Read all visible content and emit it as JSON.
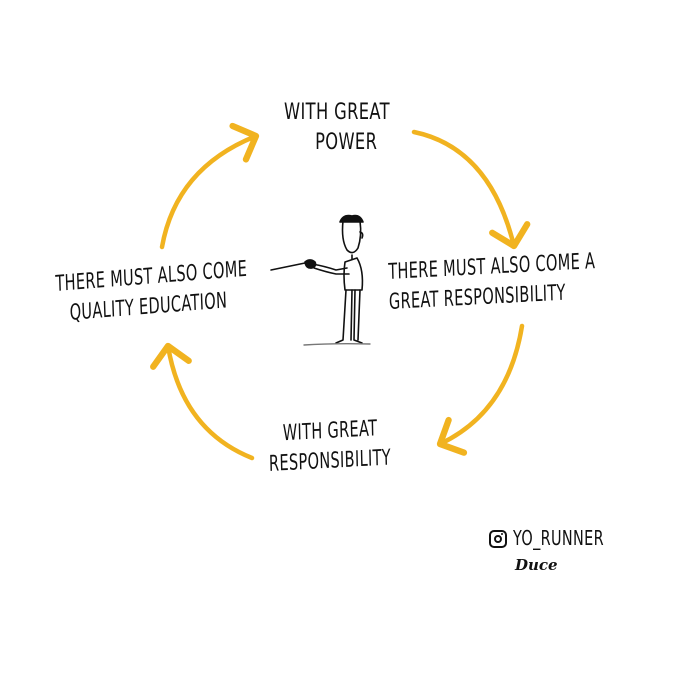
{
  "diagram": {
    "accent_color": "#f1b320",
    "nodes": [
      {
        "id": "top",
        "lines": [
          "WITH GREAT",
          "POWER"
        ]
      },
      {
        "id": "right",
        "lines": [
          "THERE MUST ALSO COME A",
          "GREAT RESPONSIBILITY"
        ]
      },
      {
        "id": "bottom",
        "lines": [
          "WITH GREAT",
          "RESPONSIBILITY"
        ]
      },
      {
        "id": "left",
        "lines": [
          "THERE MUST ALSO COME",
          "QUALITY EDUCATION"
        ]
      }
    ],
    "edges": [
      {
        "from": "top",
        "to": "right"
      },
      {
        "from": "right",
        "to": "bottom"
      },
      {
        "from": "bottom",
        "to": "left"
      },
      {
        "from": "left",
        "to": "top"
      }
    ],
    "center_figure": "stick-figure-with-pointer-icon"
  },
  "credit": {
    "icon": "instagram-icon",
    "handle": "YO_RUNNER",
    "signature": "Duce"
  }
}
